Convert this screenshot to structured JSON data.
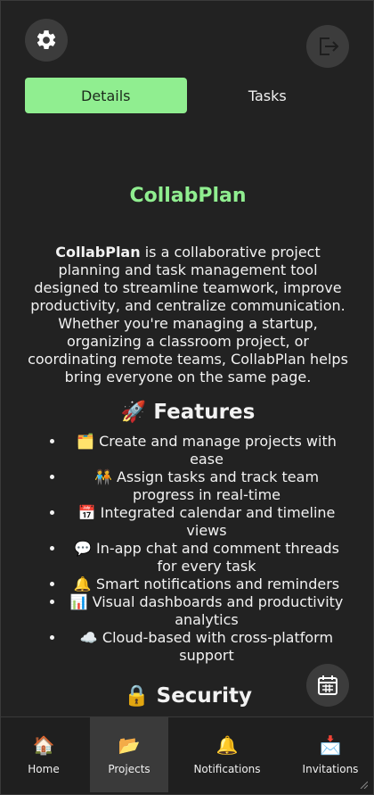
{
  "header": {
    "settings_icon": "gear-icon",
    "logout_icon": "logout-icon"
  },
  "tabs": [
    {
      "label": "Details",
      "active": true
    },
    {
      "label": "Tasks",
      "active": false
    }
  ],
  "colors": {
    "accent": "#90ee90",
    "background": "#222222"
  },
  "details": {
    "title": "CollabPlan",
    "intro_bold": "CollabPlan",
    "intro_rest": " is a collaborative project planning and task management tool designed to streamline teamwork, improve productivity, and centralize communication. Whether you're managing a startup, organizing a classroom project, or coordinating remote teams, CollabPlan helps bring everyone on the same page.",
    "features_heading": "🚀 Features",
    "features": [
      "🗂️ Create and manage projects with ease",
      "🧑‍🤝‍🧑 Assign tasks and track team progress in real-time",
      "📅 Integrated calendar and timeline views",
      "💬 In-app chat and comment threads for every task",
      "🔔 Smart notifications and reminders",
      "📊 Visual dashboards and productivity analytics",
      "☁️ Cloud-based with cross-platform support"
    ],
    "security_heading": "🔒 Security"
  },
  "fab": {
    "icon": "calendar-icon"
  },
  "bottom_nav": [
    {
      "emoji": "🏠",
      "label": "Home",
      "active": false
    },
    {
      "emoji": "📂",
      "label": "Projects",
      "active": true
    },
    {
      "emoji": "🔔",
      "label": "Notifications",
      "active": false
    },
    {
      "emoji": "📩",
      "label": "Invitations",
      "active": false
    }
  ]
}
